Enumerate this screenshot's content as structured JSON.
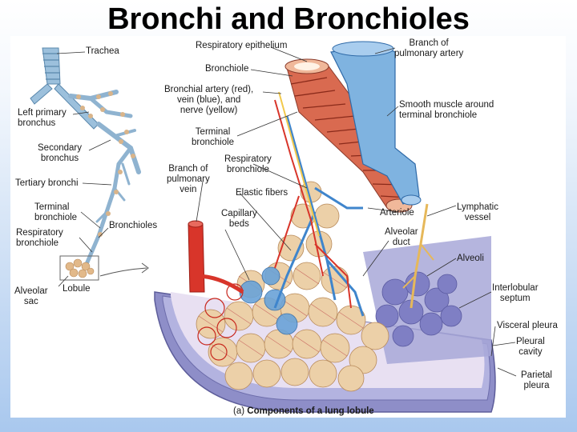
{
  "title": "Bronchi and Bronchioles",
  "labels": {
    "trachea": "Trachea",
    "left_primary_bronchus": "Left primary\nbronchus",
    "secondary_bronchus": "Secondary\nbronchus",
    "tertiary_bronchi": "Tertiary bronchi",
    "terminal_bronchiole_left": "Terminal\nbronchiole",
    "respiratory_bronchiole_left": "Respiratory\nbronchiole",
    "alveolar_sac": "Alveolar\nsac",
    "lobule": "Lobule",
    "bronchioles": "Bronchioles",
    "respiratory_epithelium": "Respiratory epithelium",
    "bronchiole": "Bronchiole",
    "bronchial_vessels": "Bronchial artery (red),\nvein (blue), and\nnerve (yellow)",
    "terminal_bronchiole": "Terminal\nbronchiole",
    "branch_pulmonary_vein": "Branch of\npulmonary\nvein",
    "respiratory_bronchiole": "Respiratory\nbronchiole",
    "elastic_fibers": "Elastic fibers",
    "capillary_beds": "Capillary\nbeds",
    "branch_pulmonary_artery": "Branch of\npulmonary artery",
    "smooth_muscle": "Smooth muscle around\nterminal bronchiole",
    "lymphatic_vessel": "Lymphatic\nvessel",
    "arteriole": "Arteriole",
    "alveolar_duct": "Alveolar\nduct",
    "alveoli": "Alveoli",
    "interlobular_septum": "Interlobular\nseptum",
    "visceral_pleura": "Visceral pleura",
    "pleural_cavity": "Pleural\ncavity",
    "parietal_pleura": "Parietal\npleura"
  },
  "caption": {
    "prefix": "(a)",
    "text": "Components of a lung lobule"
  },
  "colors": {
    "artery_red": "#d8352a",
    "vein_blue": "#4a8fd0",
    "nerve_yellow": "#f2c94c",
    "alveoli_tan": "#e8c9a0",
    "airway_blue": "#8fb8d8",
    "pleura_lavender": "#9a9ad0"
  }
}
